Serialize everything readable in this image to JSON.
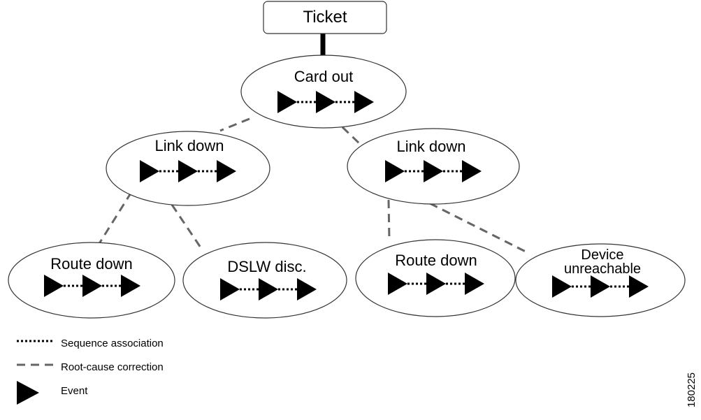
{
  "root": {
    "label": "Ticket"
  },
  "nodes": [
    {
      "id": "card-out",
      "lines": [
        "Card out"
      ]
    },
    {
      "id": "link-down-left",
      "lines": [
        "Link down"
      ]
    },
    {
      "id": "link-down-right",
      "lines": [
        "Link down"
      ]
    },
    {
      "id": "route-down-left",
      "lines": [
        "Route down"
      ]
    },
    {
      "id": "dslw-disc",
      "lines": [
        "DSLW disc."
      ]
    },
    {
      "id": "route-down-right",
      "lines": [
        "Route down"
      ]
    },
    {
      "id": "device-unreachable",
      "lines": [
        "Device",
        "unreachable"
      ]
    }
  ],
  "edges": [
    {
      "from": "ticket",
      "to": "card-out",
      "style": "solid"
    },
    {
      "from": "card-out",
      "to": "link-down-left",
      "style": "dashed"
    },
    {
      "from": "card-out",
      "to": "link-down-right",
      "style": "dashed"
    },
    {
      "from": "link-down-left",
      "to": "route-down-left",
      "style": "dashed"
    },
    {
      "from": "link-down-left",
      "to": "dslw-disc",
      "style": "dashed"
    },
    {
      "from": "link-down-right",
      "to": "route-down-right",
      "style": "dashed"
    },
    {
      "from": "link-down-right",
      "to": "device-unreachable",
      "style": "dashed"
    }
  ],
  "legend": {
    "sequence": "Sequence association",
    "rootcause": "Root-cause correction",
    "event": "Event"
  },
  "figure_id": "180225"
}
